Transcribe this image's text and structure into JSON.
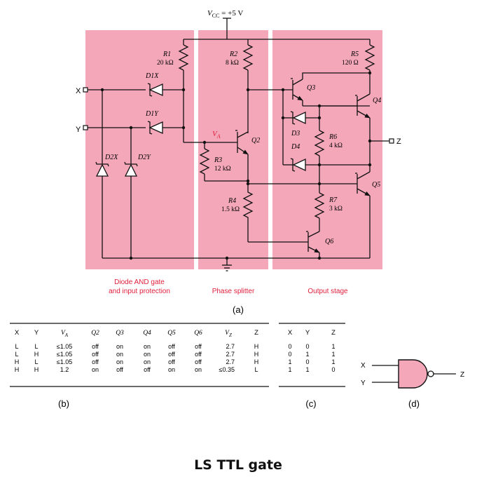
{
  "circuit": {
    "vcc": "V",
    "vcc_sub": "CC",
    "vcc_value": " = +5 V",
    "inputs": {
      "x": "X",
      "y": "Y"
    },
    "output": "Z",
    "va_main": "V",
    "va_sub": "A",
    "resistors": [
      {
        "name": "R1",
        "value": "20 kΩ"
      },
      {
        "name": "R2",
        "value": "8 kΩ"
      },
      {
        "name": "R3",
        "value": "12 kΩ"
      },
      {
        "name": "R4",
        "value": "1.5 kΩ"
      },
      {
        "name": "R5",
        "value": "120 Ω"
      },
      {
        "name": "R6",
        "value": "4 kΩ"
      },
      {
        "name": "R7",
        "value": "3 kΩ"
      }
    ],
    "diodes": [
      "D1X",
      "D1Y",
      "D2X",
      "D2Y",
      "D3",
      "D4"
    ],
    "transistors": [
      "Q2",
      "Q3",
      "Q4",
      "Q5",
      "Q6"
    ],
    "section_labels": {
      "diode_and_line1": "Diode AND gate",
      "diode_and_line2": "and input protection",
      "phase_splitter": "Phase splitter",
      "output_stage": "Output stage"
    },
    "colors": {
      "section_fill": "#f4a7b9",
      "section_label": "#e0203c",
      "gate_fill": "#f4a7b9"
    }
  },
  "labels": {
    "a": "(a)",
    "b": "(b)",
    "c": "(c)",
    "d": "(d)"
  },
  "table_b": {
    "headers": [
      "X",
      "Y",
      "V",
      "Q2",
      "Q3",
      "Q4",
      "Q5",
      "Q6",
      "V",
      "Z"
    ],
    "header_subs": {
      "va": "A",
      "vz": "Z"
    },
    "rows": [
      [
        "L",
        "L",
        "≤1.05",
        "off",
        "on",
        "on",
        "off",
        "off",
        "2.7",
        "H"
      ],
      [
        "L",
        "H",
        "≤1.05",
        "off",
        "on",
        "on",
        "off",
        "off",
        "2.7",
        "H"
      ],
      [
        "H",
        "L",
        "≤1.05",
        "off",
        "on",
        "on",
        "off",
        "off",
        "2.7",
        "H"
      ],
      [
        "H",
        "H",
        "1.2",
        "on",
        "off",
        "off",
        "on",
        "on",
        "≤0.35",
        "L"
      ]
    ]
  },
  "table_c": {
    "headers": [
      "X",
      "Y",
      "Z"
    ],
    "rows": [
      [
        "0",
        "0",
        "1"
      ],
      [
        "0",
        "1",
        "1"
      ],
      [
        "1",
        "0",
        "1"
      ],
      [
        "1",
        "1",
        "0"
      ]
    ]
  },
  "nand": {
    "in1": "X",
    "in2": "Y",
    "out": "Z"
  },
  "caption": "LS TTL gate"
}
